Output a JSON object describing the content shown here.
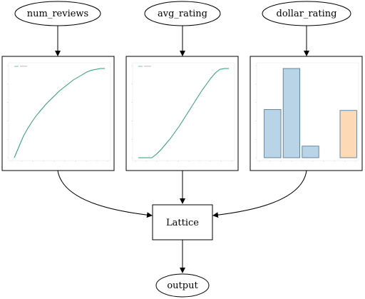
{
  "nodes": {
    "num_reviews": {
      "label": "num_reviews"
    },
    "avg_rating": {
      "label": "avg_rating"
    },
    "dollar_rating": {
      "label": "dollar_rating"
    },
    "lattice": {
      "label": "Lattice"
    },
    "output": {
      "label": "output"
    }
  },
  "chart_data": [
    {
      "type": "line",
      "x": [
        0,
        0.05,
        0.1,
        0.15,
        0.2,
        0.25,
        0.3,
        0.35,
        0.4,
        0.45,
        0.5,
        0.55,
        0.6,
        0.65,
        0.7,
        0.75,
        0.8,
        0.85,
        0.9,
        0.95,
        1.0
      ],
      "series": [
        {
          "values": [
            0.0,
            0.12,
            0.24,
            0.33,
            0.41,
            0.48,
            0.54,
            0.6,
            0.65,
            0.7,
            0.75,
            0.79,
            0.83,
            0.87,
            0.9,
            0.93,
            0.96,
            0.98,
            0.99,
            1.0,
            1.0
          ]
        }
      ],
      "xlim": [
        0,
        1
      ],
      "ylim": [
        0,
        1
      ]
    },
    {
      "type": "line",
      "x": [
        0,
        0.05,
        0.1,
        0.15,
        0.2,
        0.25,
        0.3,
        0.35,
        0.4,
        0.45,
        0.5,
        0.55,
        0.6,
        0.65,
        0.7,
        0.75,
        0.8,
        0.85,
        0.9,
        0.95,
        1.0
      ],
      "series": [
        {
          "values": [
            0.0,
            0.0,
            0.0,
            0.0,
            0.04,
            0.09,
            0.15,
            0.21,
            0.28,
            0.35,
            0.43,
            0.51,
            0.59,
            0.67,
            0.75,
            0.82,
            0.89,
            0.95,
            0.99,
            1.0,
            1.0
          ]
        }
      ],
      "xlim": [
        0,
        1
      ],
      "ylim": [
        0,
        1
      ]
    },
    {
      "type": "bar",
      "categories": [
        "D",
        "DD",
        "DDD",
        "DDDD",
        "missing"
      ],
      "series": [
        {
          "values": [
            0.54,
            1.0,
            0.13,
            0,
            0
          ],
          "color": "#b9d3e7"
        },
        {
          "values": [
            0,
            0,
            0,
            0,
            0.53
          ],
          "color": "#fdd9b5"
        }
      ],
      "ylim": [
        0,
        1
      ]
    }
  ],
  "colors": {
    "line": "#2e9a7a",
    "bar": "#b9d3e7",
    "bar_missing": "#fdd9b5"
  }
}
